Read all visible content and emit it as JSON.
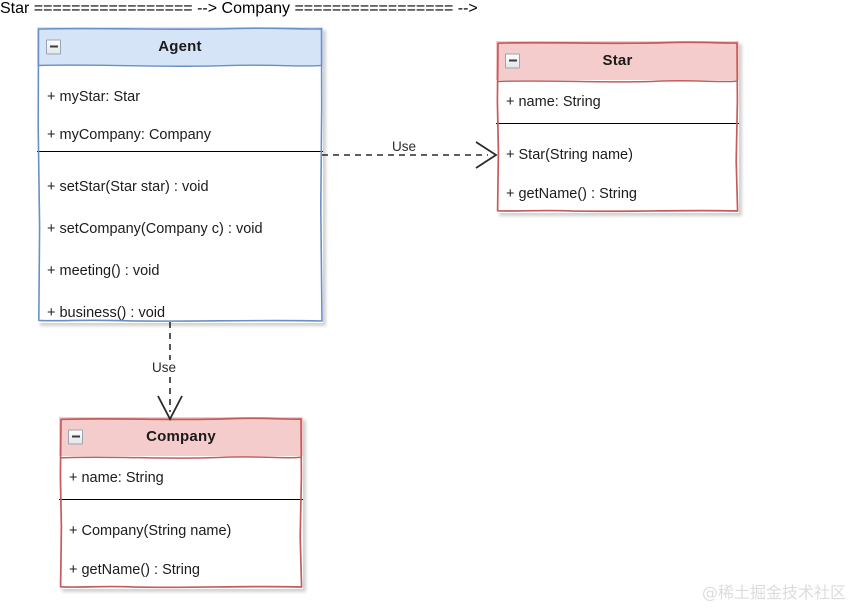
{
  "diagram": {
    "type": "uml-class-diagram",
    "background_color": "#ffffff",
    "classes": [
      {
        "id": "agent",
        "name": "Agent",
        "header_color": "#d6e4f7",
        "border_color": "#6a8fc7",
        "collapse_icon": "minus-box-icon",
        "attributes": [
          "+ myStar: Star",
          "+ myCompany: Company"
        ],
        "operations": [
          "+ setStar(Star star) : void",
          "+ setCompany(Company c) : void",
          "+ meeting() : void",
          "+ business() : void"
        ]
      },
      {
        "id": "star",
        "name": "Star",
        "header_color": "#f5cccc",
        "border_color": "#c55b5b",
        "collapse_icon": "minus-box-icon",
        "attributes": [
          "+ name: String"
        ],
        "operations": [
          "+ Star(String name)",
          "+ getName() : String"
        ]
      },
      {
        "id": "company",
        "name": "Company",
        "header_color": "#f5cccc",
        "border_color": "#c55b5b",
        "collapse_icon": "minus-box-icon",
        "attributes": [
          "+ name: String"
        ],
        "operations": [
          "+ Company(String name)",
          "+ getName() : String"
        ]
      }
    ],
    "relationships": [
      {
        "id": "use-star",
        "label": "Use",
        "from": "Agent",
        "to": "Star",
        "style": "dashed",
        "arrowhead": "open",
        "direction": "horizontal"
      },
      {
        "id": "use-company",
        "label": "Use",
        "from": "Agent",
        "to": "Company",
        "style": "dashed",
        "arrowhead": "open",
        "direction": "vertical"
      }
    ]
  },
  "watermark": {
    "text": "@稀土掘金技术社区"
  }
}
